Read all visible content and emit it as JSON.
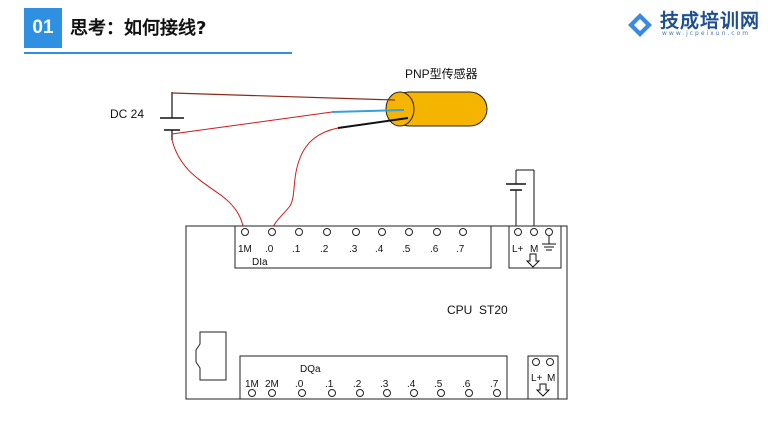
{
  "header": {
    "section_number": "01",
    "title": "思考：如何接线?"
  },
  "logo": {
    "name": "技成培训网",
    "url_text": "www.jcpeixun.com"
  },
  "diagram": {
    "power_label": "DC 24",
    "sensor_label": "PNP型传感器",
    "cpu_label": "CPU  ST20",
    "di_group_label": "DIa",
    "dq_group_label": "DQa",
    "di_terminals": [
      "1M",
      ".0",
      ".1",
      ".2",
      ".3",
      ".4",
      ".5",
      ".6",
      ".7"
    ],
    "dq_terminals": [
      "1M",
      "2M",
      ".0",
      ".1",
      ".2",
      ".3",
      ".4",
      ".5",
      ".6",
      ".7"
    ],
    "power_terminals_top": [
      "L+",
      "M"
    ],
    "power_terminals_bottom": [
      "L+",
      "M"
    ],
    "wire_colors": {
      "brown": "#8b2a1a",
      "blue": "#3aa0d8",
      "black": "#111111",
      "red": "#d11a1a",
      "sensor_body": "#f5b400"
    }
  }
}
